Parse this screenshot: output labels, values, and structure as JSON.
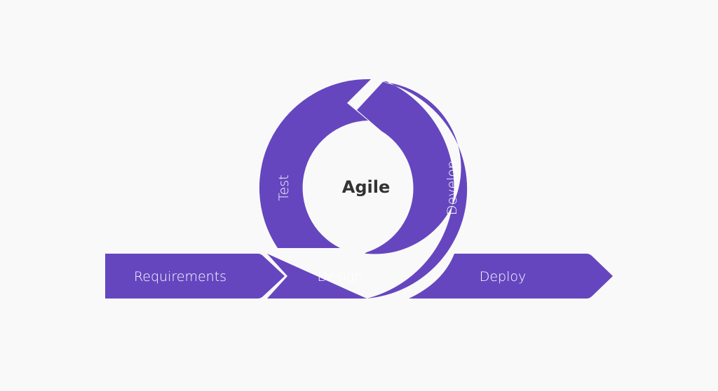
{
  "diagram": {
    "center_label": "Agile",
    "stages": {
      "requirements": "Requirements",
      "design": "Design",
      "develop": "Develop",
      "test": "Test",
      "deploy": "Deploy"
    }
  },
  "colors": {
    "shape": "#6546bf",
    "background": "#f9f9f9",
    "center_text": "#333333",
    "stage_text": "#ffffff"
  }
}
